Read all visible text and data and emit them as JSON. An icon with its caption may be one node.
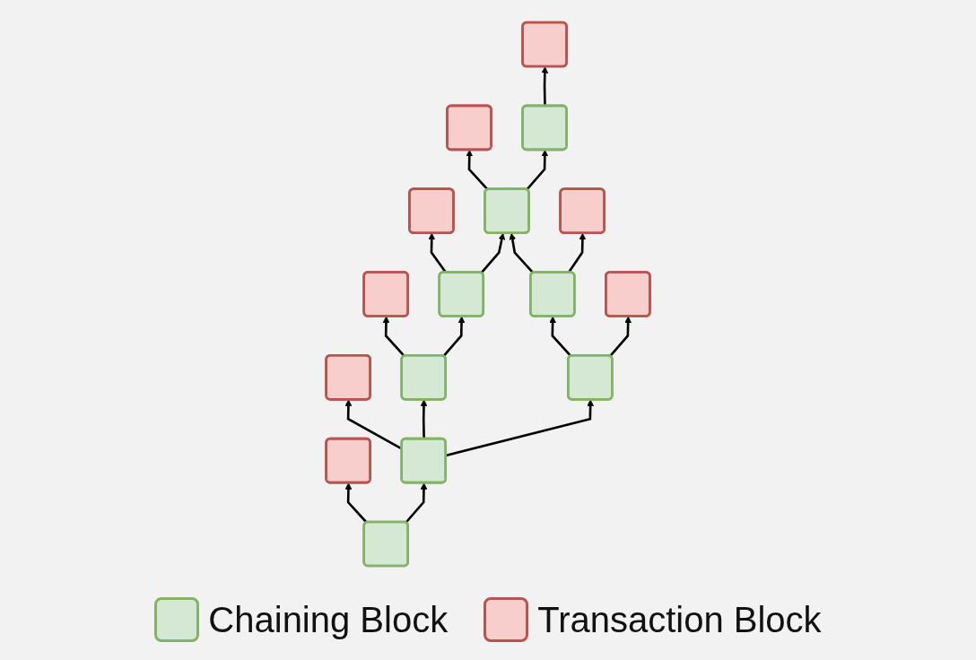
{
  "diagram": {
    "nodes": [
      {
        "text": [],
        "shape": "box"
      },
      {
        "text": [],
        "shape": "box"
      },
      {
        "text": [],
        "shape": "box"
      },
      {
        "text": [],
        "shape": "box"
      },
      {
        "text": [],
        "shape": "box"
      },
      {
        "text": [],
        "shape": "box"
      },
      {
        "text": [],
        "shape": "box"
      },
      {
        "text": [],
        "shape": "box"
      },
      {
        "text": [],
        "shape": "box"
      },
      {
        "text": [],
        "shape": "box"
      },
      {
        "text": [],
        "shape": "box"
      },
      {
        "text": [],
        "shape": "box"
      },
      {
        "text": [],
        "shape": "box"
      },
      {
        "text": [],
        "shape": "box"
      },
      {
        "text": [],
        "shape": "box"
      },
      {
        "text": [],
        "shape": "box"
      }
    ],
    "edges": [
      {
        "from": 6,
        "to": 0,
        "arrow": "to"
      },
      {
        "from": 7,
        "to": 1,
        "arrow": "to"
      },
      {
        "from": 8,
        "to": 2,
        "arrow": "to"
      },
      {
        "from": 9,
        "to": 3,
        "arrow": "to"
      },
      {
        "from": 10,
        "to": 4,
        "arrow": "to"
      },
      {
        "from": 11,
        "to": 5,
        "arrow": "to"
      },
      {
        "from": 7,
        "to": 6,
        "arrow": "to"
      },
      {
        "from": 8,
        "to": 7,
        "arrow": "to"
      },
      {
        "from": 9,
        "to": 8,
        "arrow": "to"
      },
      {
        "from": 10,
        "to": 9,
        "arrow": "to"
      },
      {
        "from": 11,
        "to": 10,
        "arrow": "to"
      },
      {
        "from": 10,
        "to": 13,
        "arrow": "to"
      },
      {
        "from": 13,
        "to": 12,
        "arrow": "to"
      },
      {
        "from": 12,
        "to": 7,
        "arrow": "to"
      },
      {
        "from": 12,
        "to": 14,
        "arrow": "to"
      },
      {
        "from": 13,
        "to": 15,
        "arrow": "to"
      }
    ],
    "legend": [
      {
        "text": "Chaining Block",
        "color": "#d5e8d4"
      },
      {
        "text": "Transaction Block",
        "color": "#f8cecc"
      }
    ]
  }
}
